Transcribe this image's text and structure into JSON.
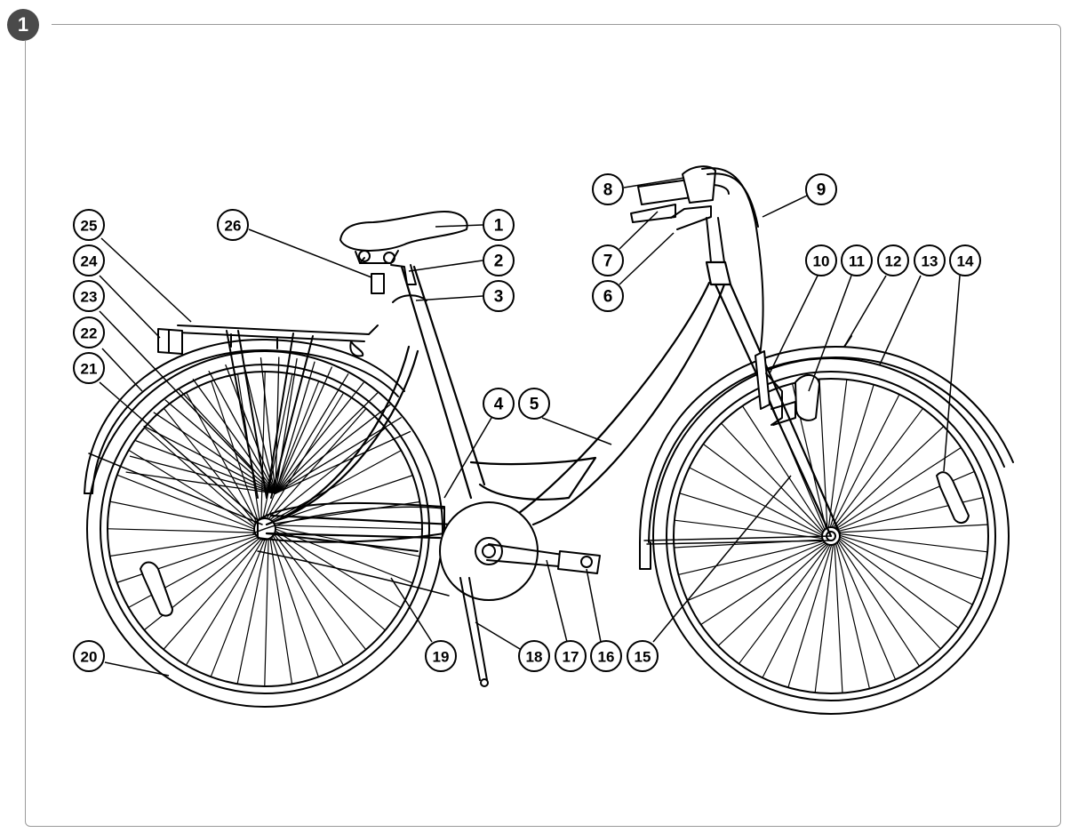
{
  "figure": {
    "badge": "1"
  },
  "callouts": [
    {
      "id": "1",
      "label": "1"
    },
    {
      "id": "2",
      "label": "2"
    },
    {
      "id": "3",
      "label": "3"
    },
    {
      "id": "4",
      "label": "4"
    },
    {
      "id": "5",
      "label": "5"
    },
    {
      "id": "6",
      "label": "6"
    },
    {
      "id": "7",
      "label": "7"
    },
    {
      "id": "8",
      "label": "8"
    },
    {
      "id": "9",
      "label": "9"
    },
    {
      "id": "10",
      "label": "10"
    },
    {
      "id": "11",
      "label": "11"
    },
    {
      "id": "12",
      "label": "12"
    },
    {
      "id": "13",
      "label": "13"
    },
    {
      "id": "14",
      "label": "14"
    },
    {
      "id": "15",
      "label": "15"
    },
    {
      "id": "16",
      "label": "16"
    },
    {
      "id": "17",
      "label": "17"
    },
    {
      "id": "18",
      "label": "18"
    },
    {
      "id": "19",
      "label": "19"
    },
    {
      "id": "20",
      "label": "20"
    },
    {
      "id": "21",
      "label": "21"
    },
    {
      "id": "22",
      "label": "22"
    },
    {
      "id": "23",
      "label": "23"
    },
    {
      "id": "24",
      "label": "24"
    },
    {
      "id": "25",
      "label": "25"
    },
    {
      "id": "26",
      "label": "26"
    }
  ],
  "colors": {
    "line": "#000000",
    "frame": "#9a9a9a",
    "badge": "#4a4a4a"
  }
}
